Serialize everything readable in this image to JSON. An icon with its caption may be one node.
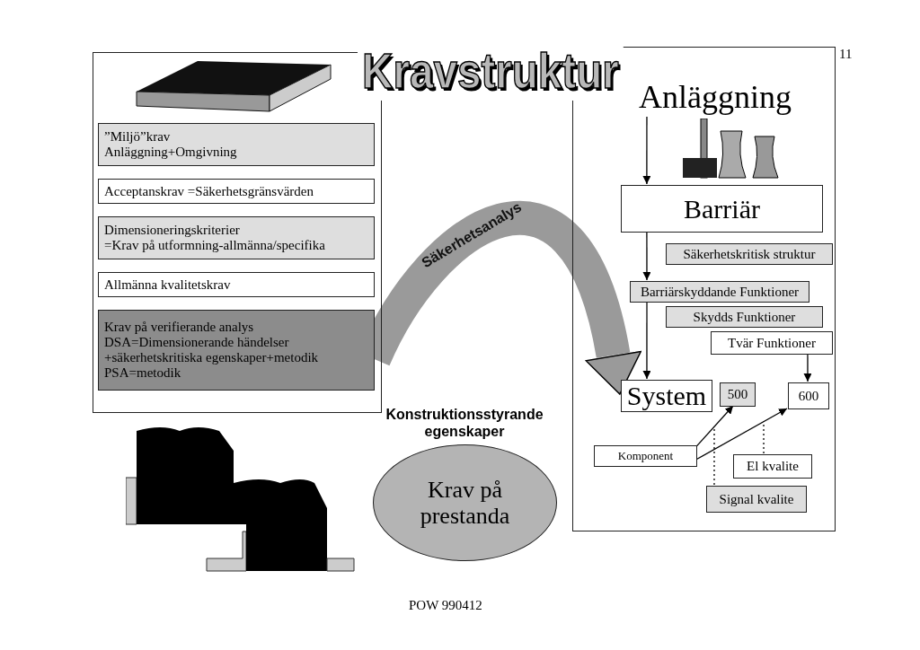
{
  "diagram": {
    "title": "Kravstruktur",
    "nodes": [
      {
        "text": [],
        "shape": "box"
      },
      {
        "text": [
          "”Miljö”krav",
          "Anläggning+Omgivning"
        ],
        "in": 0
      },
      {
        "text": [
          "Acceptanskrav =Säkerhetsgränsvärden"
        ],
        "in": 0
      },
      {
        "text": [
          "Dimensioneringskriterier",
          "=Krav på utformning-allmänna/specifika"
        ],
        "in": 0
      },
      {
        "text": [
          "Allmänna kvalitetskrav"
        ],
        "in": 0
      },
      {
        "text": [
          "Krav på verifierande analys",
          "DSA=Dimensionerande händelser +säkerhetskritiska egenskaper+metodik",
          "PSA=metodik"
        ],
        "in": 0
      },
      {
        "text": [],
        "shape": "box"
      },
      {
        "text": [
          "Anläggning"
        ],
        "in": 6
      },
      {
        "text": [
          "Barriär"
        ],
        "in": 6
      },
      {
        "text": [
          "Säkerhetskritisk struktur"
        ],
        "in": 6
      },
      {
        "text": [
          "Barriärskyddande Funktioner"
        ],
        "in": 6
      },
      {
        "text": [
          "Skydds Funktioner"
        ],
        "in": 6
      },
      {
        "text": [
          "Tvär Funktioner"
        ],
        "in": 6
      },
      {
        "text": [
          "System"
        ],
        "in": 6
      },
      {
        "text": [
          "500"
        ],
        "in": 6
      },
      {
        "text": [
          "600"
        ],
        "in": 6
      },
      {
        "text": [
          "Komponent"
        ],
        "in": 6
      },
      {
        "text": [
          "El kvalite"
        ],
        "in": 6
      },
      {
        "text": [
          "Signal kvalite"
        ],
        "in": 6
      },
      {
        "text": [
          "Krav på prestanda"
        ],
        "beside": [
          "Konstruktionsstyrande egenskaper"
        ]
      }
    ],
    "edges": [
      {
        "from": 7,
        "to": 8,
        "arrow": "to"
      },
      {
        "from": 8,
        "to": 10,
        "arrow": "to"
      },
      {
        "from": 10,
        "to": 13,
        "arrow": "to"
      },
      {
        "from": 12,
        "to": 15,
        "arrow": "to"
      },
      {
        "from": 16,
        "to": 14,
        "arrow": "to"
      },
      {
        "from": 16,
        "to": 15,
        "arrow": "to"
      },
      {
        "from": 18,
        "to": null,
        "arrow": "none",
        "style": "dashed"
      },
      {
        "from": 17,
        "to": null,
        "arrow": "none",
        "style": "dashed"
      },
      {
        "from": 5,
        "to": 13,
        "arrow": "to",
        "label": "Säkerhetsanalys",
        "style": "thick",
        "color": "#9a9a9a"
      }
    ],
    "labels": [
      "11",
      "POW 990412"
    ]
  }
}
